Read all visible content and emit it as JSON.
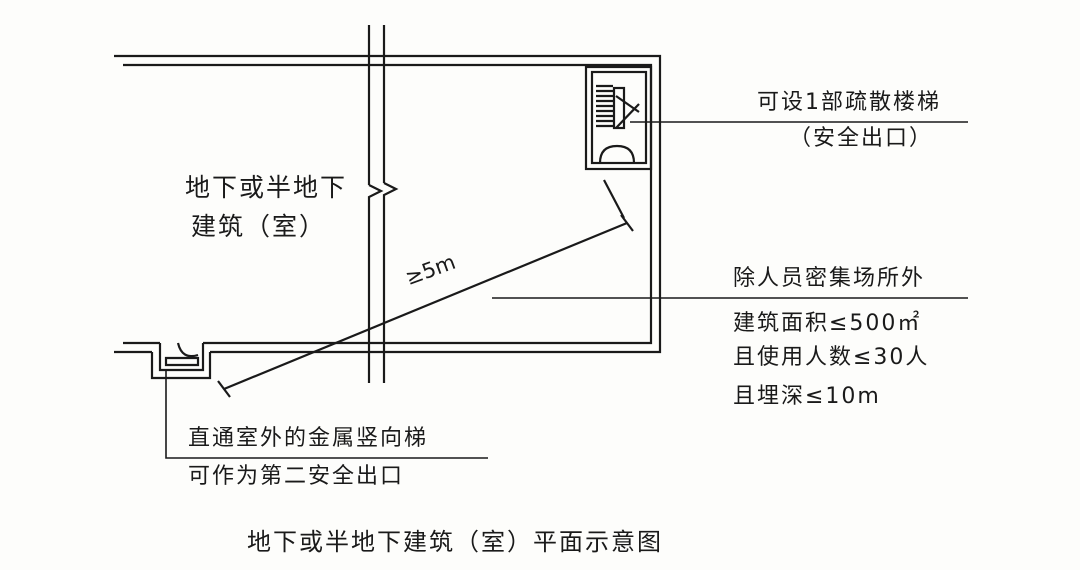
{
  "room": {
    "label_line1": "地下或半地下",
    "label_line2": "建筑（室）"
  },
  "stair": {
    "label_line1": "可设1部疏散楼梯",
    "label_line2": "（安全出口）"
  },
  "distance": {
    "label": "≥5m"
  },
  "condition": {
    "line1": "除人员密集场所外",
    "line2": "建筑面积≤500㎡",
    "line3": "且使用人数≤30人",
    "line4": "且埋深≤10m"
  },
  "ladder": {
    "label_line1": "直通室外的金属竖向梯",
    "label_line2": "可作为第二安全出口"
  },
  "caption": "地下或半地下建筑（室）平面示意图",
  "colors": {
    "ink": "#1a1a1a",
    "paper": "#fdfdfb"
  }
}
